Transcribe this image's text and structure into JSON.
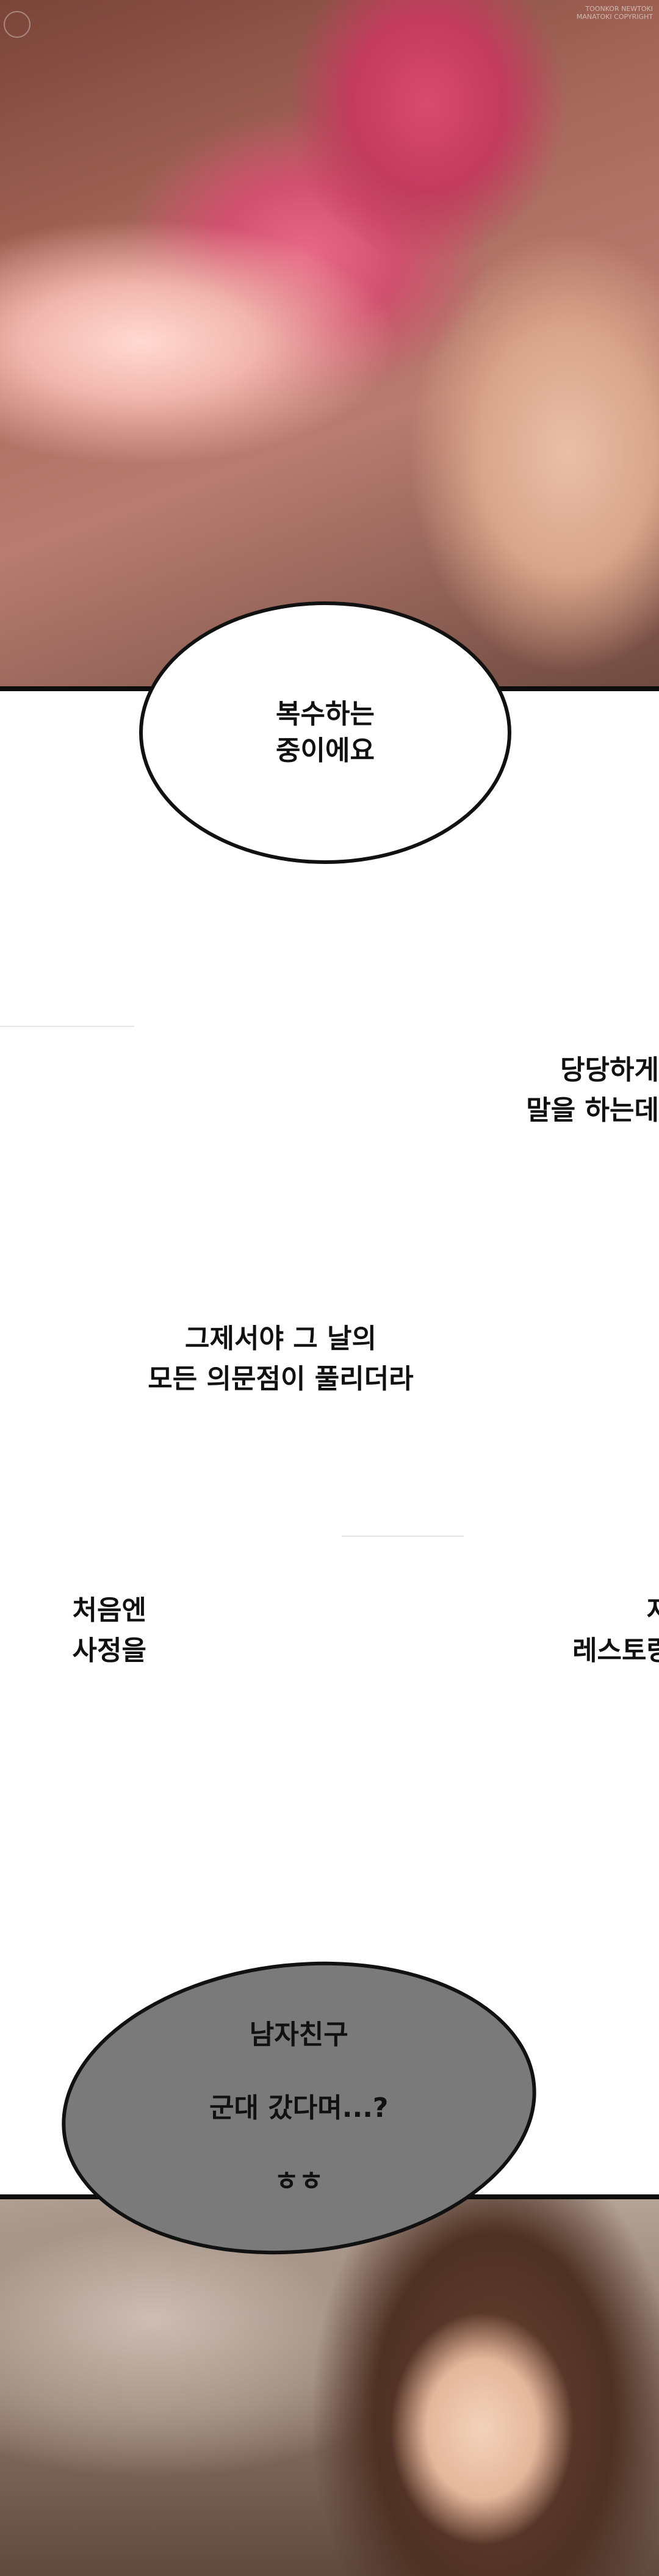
{
  "bubbles": {
    "revenge": "복수하는\n중이에요",
    "boyfriend_line1": "남자친구",
    "boyfriend_line2": "군대 갔다며...?",
    "boyfriend_line3": "ㅎㅎ"
  },
  "narration": {
    "confident": "당당하게\n말을 하는데",
    "realized": "그제서야 그 날의\n모든 의문점이 풀리더라",
    "left_cut": "처음엔\n사정을",
    "right_cut": "저\n레스토랑"
  },
  "watermark": "TOONKOR NEWTOKI\nMANATOKI\nCOPYRIGHT"
}
